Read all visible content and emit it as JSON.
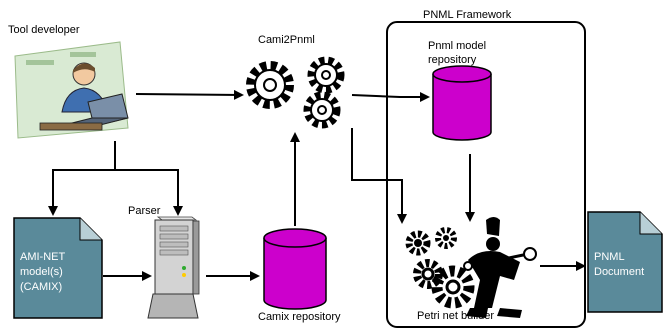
{
  "labels": {
    "tool_developer": "Tool developer",
    "cami2pnml": "Cami2Pnml",
    "pnml_framework": "PNML Framework",
    "pnml_model_repository_line1": "Pnml model",
    "pnml_model_repository_line2": "repository",
    "parser": "Parser",
    "camix_repository": "Camix repository",
    "petri_net_builder": "Petri net builder"
  },
  "documents": {
    "ami_net": [
      "AMI-NET",
      "model(s)",
      "(CAMIX)"
    ],
    "pnml_document": [
      "PNML",
      "Document"
    ]
  },
  "colors": {
    "document_fill": "#5a8a9a",
    "repository_fill": "#cc00cc",
    "stroke": "#000000"
  },
  "icons": [
    "developer-at-computer-icon",
    "gears-icon",
    "server-tower-icon",
    "gears-worker-icon"
  ]
}
